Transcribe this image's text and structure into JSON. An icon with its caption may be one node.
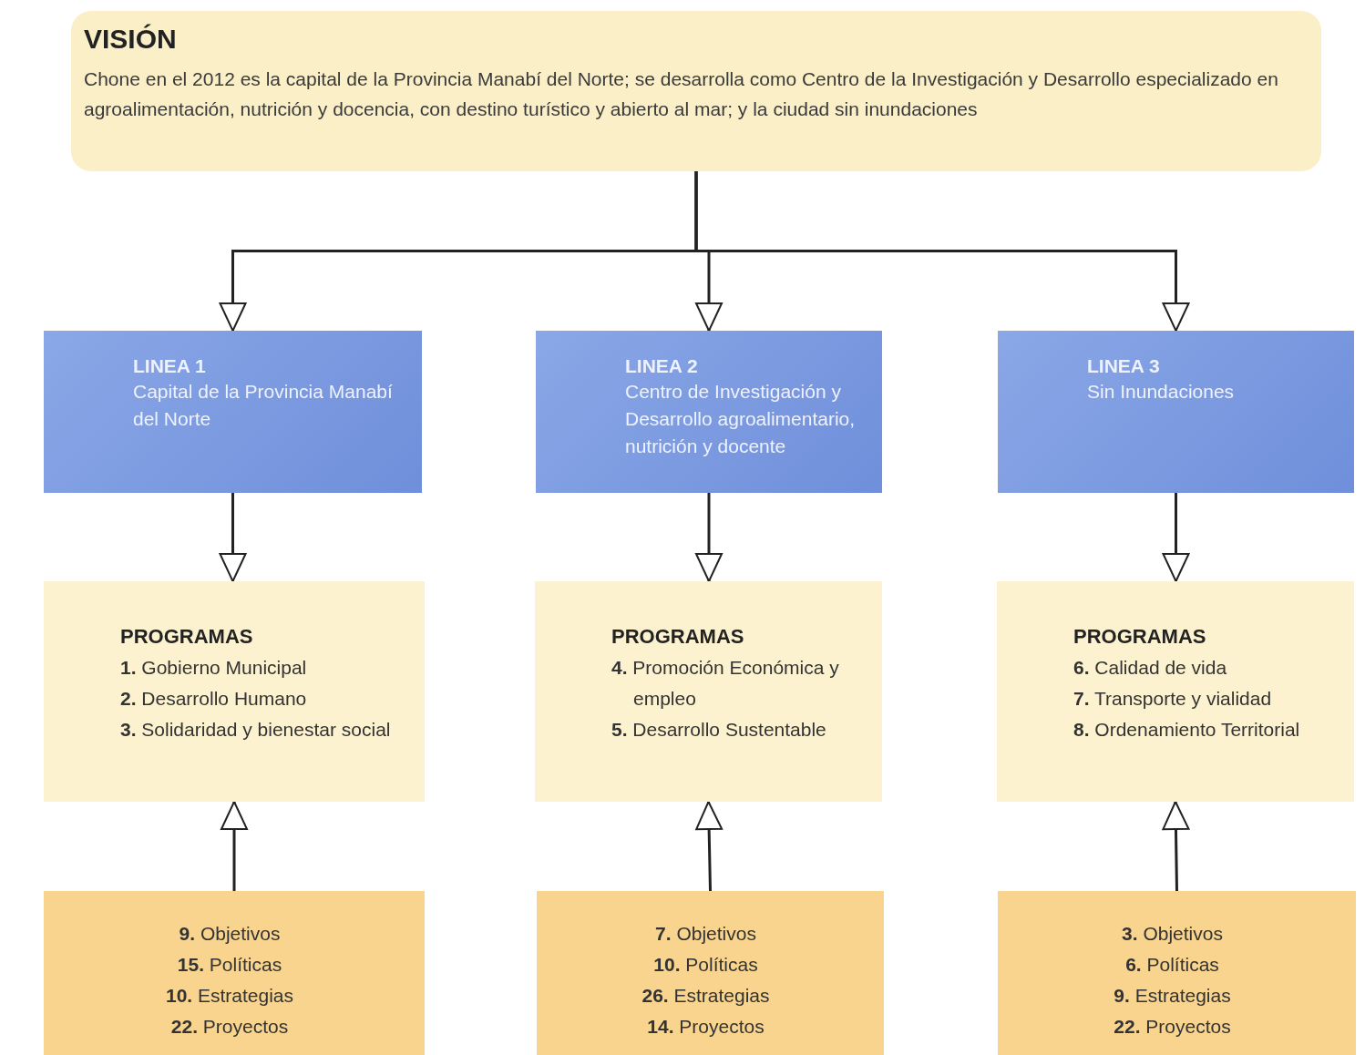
{
  "diagram": {
    "nodes": [
      {
        "text": [
          "VISIÓN",
          "Chone en el 2012 es la capital de la Provincia Manabí del Norte; se desarrolla como Centro de la Investigación y Desarrollo especializado en agroalimentación, nutrición y docencia, con destino turístico y abierto al mar; y la ciudad sin inundaciones"
        ]
      },
      {
        "text": [
          "LINEA 1",
          "Capital de la Provincia Manabí del Norte"
        ]
      },
      {
        "text": [
          "LINEA 2",
          "Centro de Investigación y Desarrollo agroalimentario, nutrición y docente"
        ]
      },
      {
        "text": [
          "LINEA 3",
          "Sin Inundaciones"
        ]
      },
      {
        "text": [
          "PROGRAMAS",
          "**1.** Gobierno Municipal",
          "**2.** Desarrollo Humano",
          "**3.** Solidaridad y bienestar social"
        ]
      },
      {
        "text": [
          "PROGRAMAS",
          "**4.** Promoción Económica y empleo",
          "**5.** Desarrollo Sustentable"
        ]
      },
      {
        "text": [
          "PROGRAMAS",
          "**6.** Calidad de vida",
          "**7.** Transporte y vialidad",
          "**8.** Ordenamiento Territorial"
        ]
      },
      {
        "text": [
          "**9.** Objetivos",
          "**15.** Políticas",
          "**10.** Estrategias",
          "**22.** Proyectos"
        ]
      },
      {
        "text": [
          "**7.** Objetivos",
          "**10.** Políticas",
          "**26.** Estrategias",
          "**14.** Proyectos"
        ]
      },
      {
        "text": [
          "**3.** Objetivos",
          "**6.** Políticas",
          "**9.** Estrategias",
          "**22.** Proyectos"
        ]
      }
    ],
    "edges": [
      {
        "from": 0,
        "to": 1,
        "arrow": "to"
      },
      {
        "from": 0,
        "to": 2,
        "arrow": "to"
      },
      {
        "from": 0,
        "to": 3,
        "arrow": "to"
      },
      {
        "from": 1,
        "to": 4,
        "arrow": "to"
      },
      {
        "from": 2,
        "to": 5,
        "arrow": "to"
      },
      {
        "from": 3,
        "to": 6,
        "arrow": "to"
      },
      {
        "from": 7,
        "to": 4,
        "arrow": "to"
      },
      {
        "from": 8,
        "to": 5,
        "arrow": "to"
      },
      {
        "from": 9,
        "to": 6,
        "arrow": "to"
      }
    ]
  }
}
